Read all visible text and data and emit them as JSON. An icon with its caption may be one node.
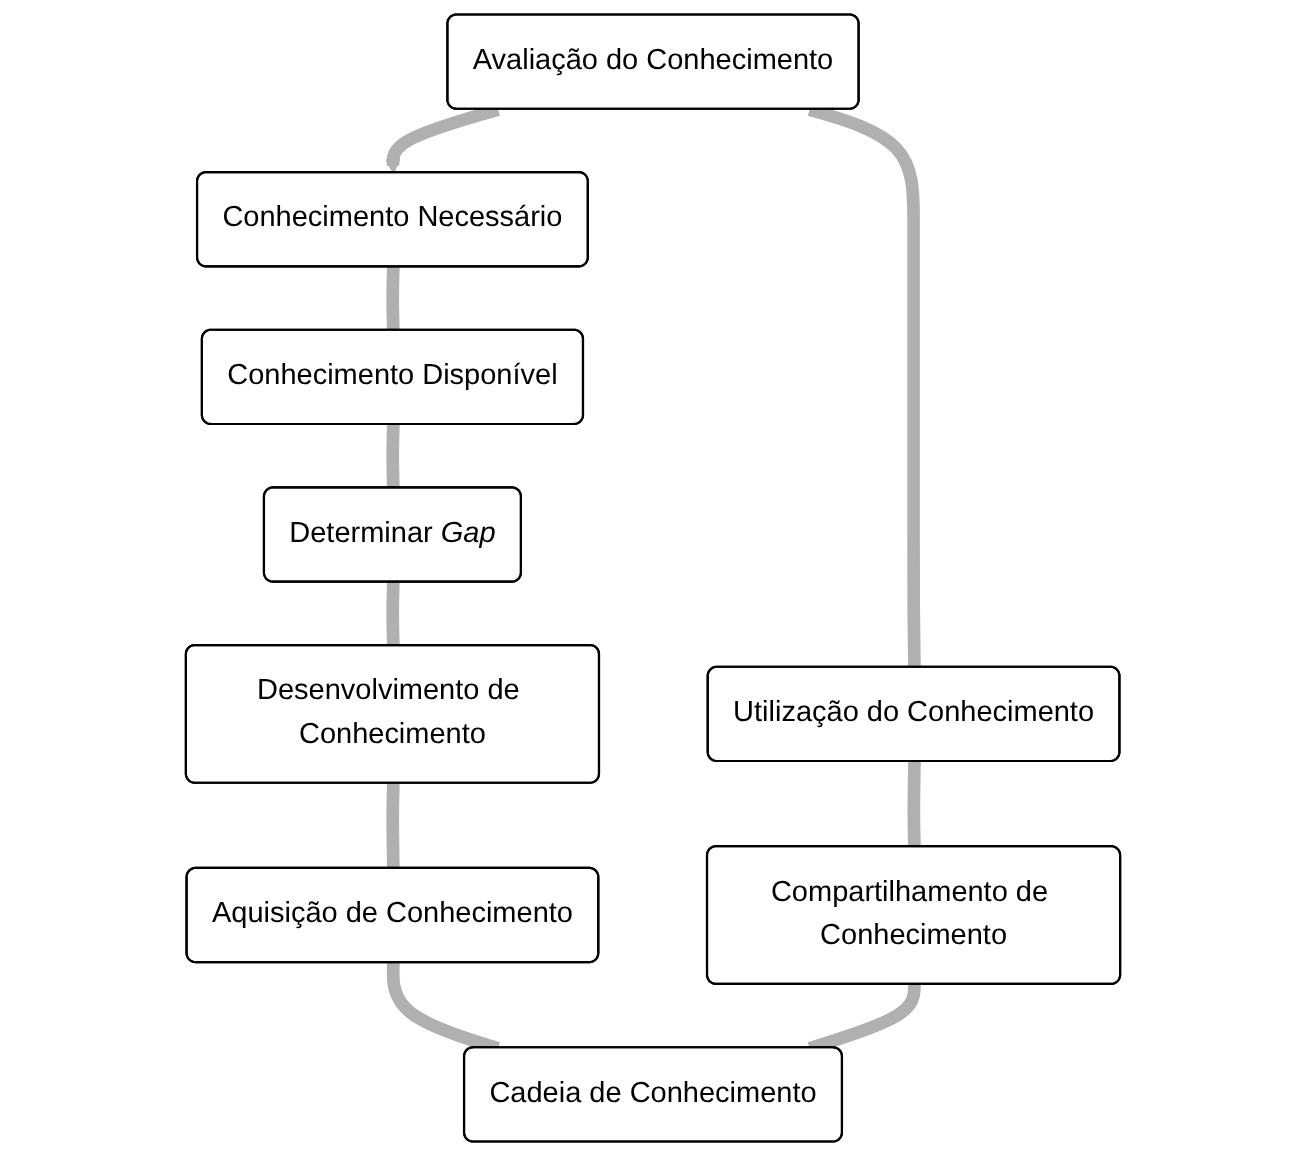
{
  "diagram": {
    "nodes": [
      {
        "text": [
          "Conhecimento Necessário"
        ]
      },
      {
        "text": [
          "Conhecimento Disponível"
        ]
      },
      {
        "text": [
          "Determinar *Gap*"
        ]
      },
      {
        "text": [
          "Desenvolvimento de Conhecimento"
        ]
      },
      {
        "text": [
          "Aquisição de Conhecimento"
        ]
      },
      {
        "text": [
          "Cadeia de Conhecimento"
        ]
      },
      {
        "text": [
          "Compartilhamento de Conhecimento"
        ]
      },
      {
        "text": [
          "Utilização do Conhecimento"
        ]
      },
      {
        "text": [
          "Avaliação do Conhecimento"
        ]
      }
    ],
    "edges": [
      {
        "from": 0,
        "to": 1,
        "arrow": "none"
      },
      {
        "from": 1,
        "to": 2,
        "arrow": "none"
      },
      {
        "from": 2,
        "to": 3,
        "arrow": "none"
      },
      {
        "from": 3,
        "to": 4,
        "arrow": "none"
      },
      {
        "from": 4,
        "to": 5,
        "arrow": "none"
      },
      {
        "from": 5,
        "to": 6,
        "arrow": "none"
      },
      {
        "from": 6,
        "to": 7,
        "arrow": "none"
      },
      {
        "from": 7,
        "to": 8,
        "arrow": "none"
      },
      {
        "from": 8,
        "to": 0,
        "arrow": "to"
      }
    ]
  }
}
